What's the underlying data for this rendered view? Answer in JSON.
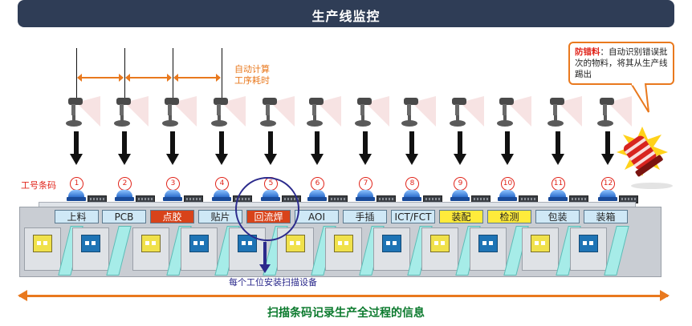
{
  "header": {
    "title": "生产线监控"
  },
  "auto_calc": {
    "line1": "自动计算",
    "line2": "工序耗时"
  },
  "barcode_label": "工号条码",
  "callout": {
    "highlight": "防错料",
    "text": "：自动识别错误批次的物料，将其从生产线踢出"
  },
  "stations": [
    {
      "num": "1",
      "label": "上料",
      "color": "#cfe8f6"
    },
    {
      "num": "2",
      "label": "PCB",
      "color": "#cfe8f6"
    },
    {
      "num": "3",
      "label": "点胶",
      "color": "#d8431a"
    },
    {
      "num": "4",
      "label": "贴片",
      "color": "#cfe8f6"
    },
    {
      "num": "5",
      "label": "回流焊",
      "color": "#d8431a"
    },
    {
      "num": "6",
      "label": "AOI",
      "color": "#cfe8f6"
    },
    {
      "num": "7",
      "label": "手插",
      "color": "#cfe8f6"
    },
    {
      "num": "8",
      "label": "ICT/FCT",
      "color": "#cfe8f6"
    },
    {
      "num": "9",
      "label": "装配",
      "color": "#ffeb3b"
    },
    {
      "num": "10",
      "label": "检测",
      "color": "#ffeb3b"
    },
    {
      "num": "11",
      "label": "包装",
      "color": "#cfe8f6"
    },
    {
      "num": "12",
      "label": "装箱",
      "color": "#cfe8f6"
    }
  ],
  "scan_note": "每个工位安装扫描设备",
  "footer": "扫描条码记录生产全过程的信息",
  "icons": {
    "scanner": "barcode-scanner-icon",
    "alarm": "alarm-light-icon",
    "monitor": "station-lamp-icon"
  },
  "colors": {
    "header_bg": "#2f3d56",
    "accent": "#e9791e",
    "highlight_red": "#d8431a",
    "highlight_yellow": "#ffeb3b",
    "footer_green": "#0c7a2e",
    "focus_blue": "#2b2a8c"
  }
}
